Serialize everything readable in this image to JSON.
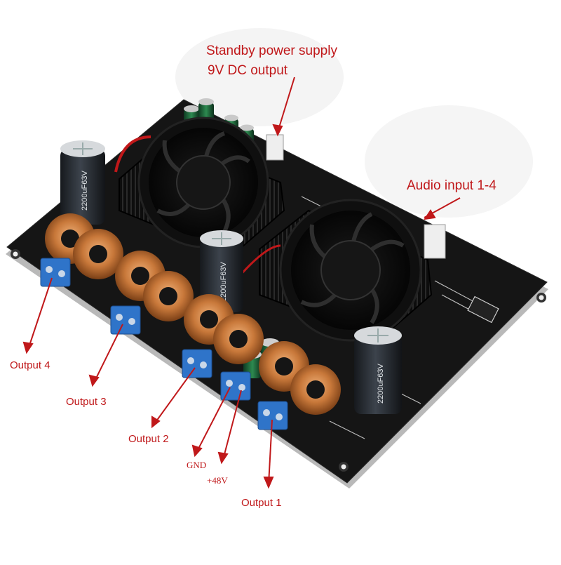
{
  "labels": {
    "standby_line1": "Standby power supply",
    "standby_line2": "9V DC output",
    "audio_input": "Audio input 1-4",
    "output_4": "Output 4",
    "output_3": "Output 3",
    "output_2": "Output 2",
    "output_1": "Output 1",
    "gnd": "GND",
    "plus48v": "+48V"
  },
  "components": {
    "capacitor_marking": "2200uF63V"
  },
  "colors": {
    "annotation": "#c0181a",
    "board": "#151515",
    "terminal_blue": "#2f74c9",
    "copper": "#c8783a",
    "capacitor_sleeve": "#2b2f36"
  }
}
